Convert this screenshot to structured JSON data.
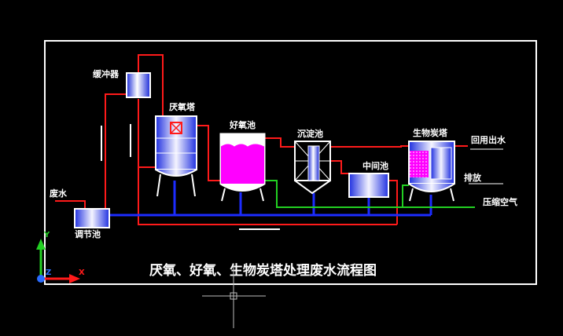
{
  "title": "厌氧、好氧、生物炭塔处理废水流程图",
  "labels": {
    "buffer_tank": "缓冲器",
    "anaerobic_tower": "厌氧塔",
    "aerobic_tank": "好氧池",
    "settling_tank": "沉淀池",
    "intermediate_tank": "中间池",
    "biocarbon_tower": "生物炭塔",
    "wastewater": "废水",
    "regulating_tank": "调节池",
    "reuse_water": "回用出水",
    "discharge": "排放",
    "compressed_air": "压缩空气"
  },
  "axis": {
    "y": "Y",
    "z": "Z",
    "x": "X"
  },
  "colors": {
    "background": "#000000",
    "frame": "#ffffff",
    "water_line": "#ff1a1a",
    "sludge_line": "#1c2cff",
    "air_line": "#22d022",
    "tank_fill": "#2233ee",
    "aerobic_fill": "#ff00ff"
  }
}
